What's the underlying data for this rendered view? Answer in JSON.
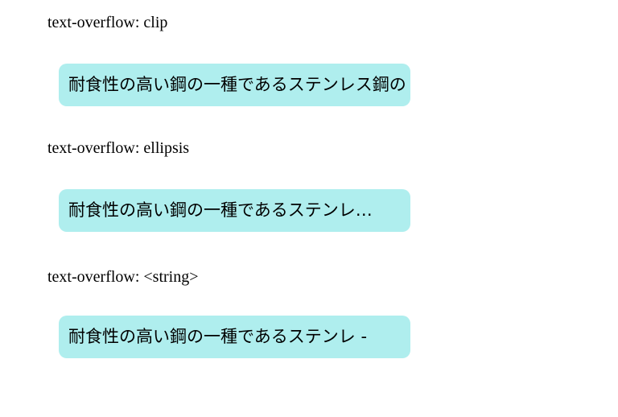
{
  "page": {
    "background_color": "#ffffff",
    "box_color": "#afeeee",
    "text_color": "#000000"
  },
  "sections": [
    {
      "label": "text-overflow: clip",
      "box_text": "耐食性の高い鋼の一種であるステンレス鋼の"
    },
    {
      "label": "text-overflow: ellipsis",
      "box_text": "耐食性の高い鋼の一種であるステンレ…"
    },
    {
      "label": "text-overflow: <string>",
      "box_text": "耐食性の高い鋼の一種であるステンレ -"
    }
  ]
}
